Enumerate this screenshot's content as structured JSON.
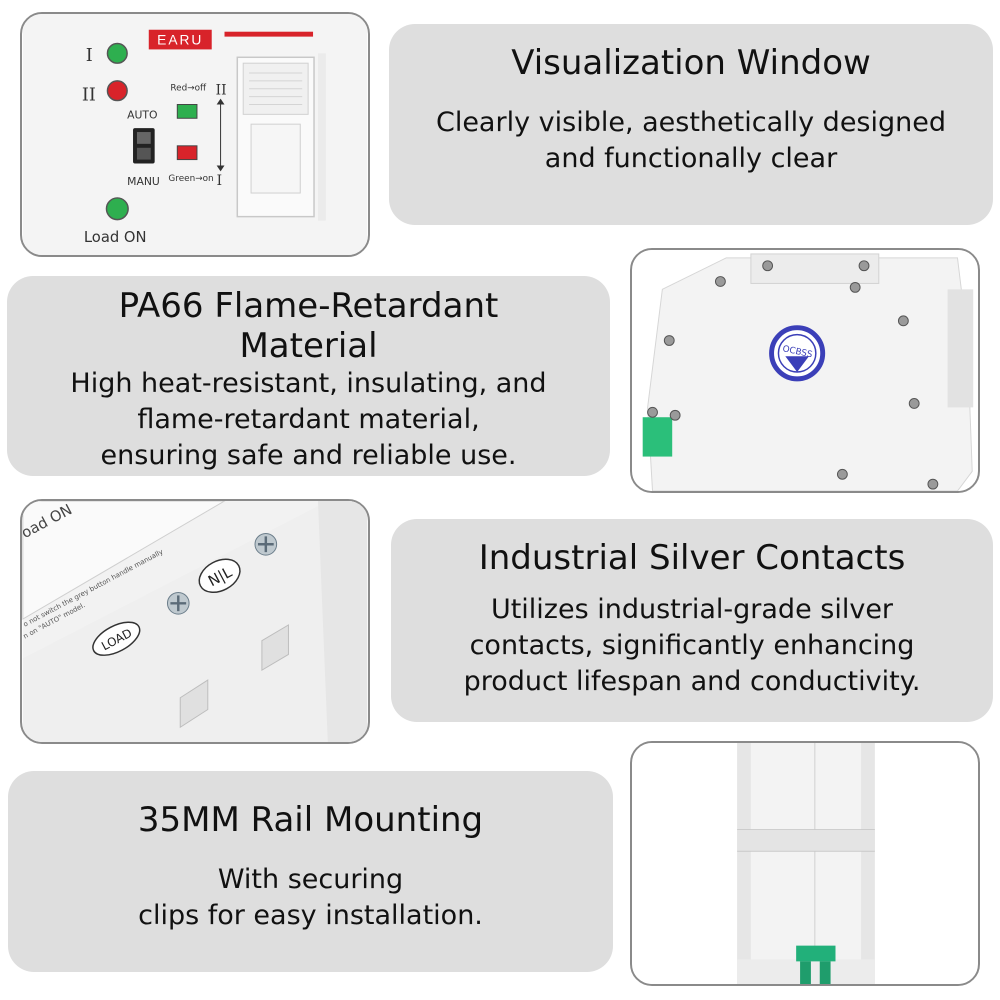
{
  "panel1": {
    "brand": "EARU",
    "label_i": "I",
    "label_ii": "II",
    "auto": "AUTO",
    "manu": "MANU",
    "red_off": "Red→off",
    "green_on": "Green→on",
    "load_on": "Load ON",
    "colors": {
      "brand_red": "#d8232a",
      "green_led": "#2eaf4f",
      "red_led": "#d8232a"
    }
  },
  "card1": {
    "title": "Visualization Window",
    "body": [
      "Clearly visible, aesthetically designed",
      "and functionally clear"
    ]
  },
  "card2": {
    "title": [
      "PA66 Flame-Retardant",
      "Material"
    ],
    "body": [
      "High heat-resistant, insulating, and",
      "flame-retardant material,",
      "ensuring safe and reliable use."
    ]
  },
  "panel2": {
    "logo": "OCBSS",
    "colors": {
      "logo_blue": "#3b3fb8",
      "clip_green": "#2bbf7a"
    }
  },
  "panel3": {
    "load_on_text": "oad ON",
    "note_line1": "o not switch the grey button handle manually",
    "note_line2": "n on \"AUTO\" model.",
    "nl_label": "N|L",
    "load_label": "LOAD"
  },
  "card3": {
    "title": "Industrial Silver Contacts",
    "body": [
      "Utilizes industrial-grade silver",
      "contacts, significantly enhancing",
      "product lifespan and conductivity."
    ]
  },
  "card4": {
    "title": "35MM Rail Mounting",
    "body": [
      "With securing",
      "clips for easy installation."
    ]
  },
  "panel4": {
    "colors": {
      "clip_green": "#22b07a"
    }
  }
}
